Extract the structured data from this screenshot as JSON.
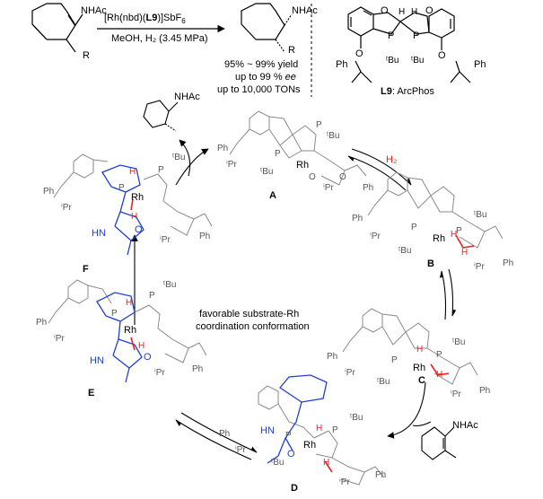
{
  "top_reaction": {
    "substrate_group": "NHAc",
    "substrate_sub": "R",
    "catalyst_pre": "[Rh(nbd)(",
    "catalyst_ligand": "L9",
    "catalyst_post": ")]SbF",
    "catalyst_subscript": "6",
    "conditions": "MeOH, H₂ (3.45 MPa)",
    "product_group": "NHAc",
    "product_sub": "R",
    "yield": "95% ~ 99% yield",
    "ee_prefix": "up to 99 %",
    "ee_italic": "ee",
    "tons": "up to 10,000 TONs"
  },
  "ligand": {
    "o1": "O",
    "o2": "O",
    "h1": "H",
    "h2": "H",
    "p1": "P",
    "p2": "P",
    "tbu1": "ᵗBu",
    "tbu2": "ᵗBu",
    "ph1": "Ph",
    "ph2": "Ph",
    "o3": "O",
    "o4": "O",
    "label_bold": "L9",
    "label_rest": ": ArcPhos"
  },
  "cycle": {
    "product_label": "NHAc",
    "h2_label": "H₂",
    "center_text_1": "favorable substrate-Rh",
    "center_text_2": "coordination conformation",
    "incoming_substrate": "NHAc",
    "intermediates": [
      {
        "id": "A",
        "rh": "Rh",
        "p1": "P",
        "p2": "P",
        "tbu1": "ᵗBu",
        "tbu2": "ᵗBu",
        "ph1": "Ph",
        "ph2": "Ph",
        "ipr1": "ⁱPr",
        "ipr2": "ⁱPr",
        "o1": "O",
        "o2": "O"
      },
      {
        "id": "B",
        "rh": "Rh",
        "p1": "P",
        "p2": "P",
        "tbu1": "ᵗBu",
        "tbu2": "ᵗBu",
        "ph1": "Ph",
        "ph2": "Ph",
        "ipr1": "ⁱPr",
        "ipr2": "ⁱPr",
        "h1": "H",
        "h2": "H"
      },
      {
        "id": "C",
        "rh": "Rh",
        "p1": "P",
        "p2": "P",
        "tbu1": "ᵗBu",
        "tbu2": "ᵗBu",
        "ph1": "Ph",
        "ph2": "Ph",
        "ipr1": "ⁱPr",
        "ipr2": "ⁱPr",
        "h1": "H",
        "h2": "H"
      },
      {
        "id": "D",
        "rh": "Rh",
        "p1": "P",
        "p2": "P",
        "tbu1": "ᵗBu",
        "tbu2": "ᵗBu",
        "ph1": "Ph",
        "ph2": "Ph",
        "ipr1": "ⁱPr",
        "ipr2": "ⁱPr",
        "h1": "H",
        "h2": "H",
        "hn": "HN",
        "o": "O"
      },
      {
        "id": "E",
        "rh": "Rh",
        "p1": "P",
        "p2": "P",
        "tbu1": "ᵗBu",
        "ph1": "Ph",
        "ph2": "Ph",
        "ipr1": "ⁱPr",
        "ipr2": "ⁱPr",
        "h1": "H",
        "h2": "H",
        "hn": "HN",
        "o": "O"
      },
      {
        "id": "F",
        "rh": "Rh",
        "p1": "P",
        "p2": "P",
        "tbu1": "ᵗBu",
        "ph1": "Ph",
        "ph2": "Ph",
        "ipr1": "ⁱPr",
        "ipr2": "ⁱPr",
        "h1": "H",
        "h2": "H",
        "hn": "HN",
        "o": "O"
      }
    ]
  },
  "colors": {
    "highlight_blue": "#1f3fd1",
    "hydride_red": "#e8231c",
    "grey_structure": "#8a8a8a"
  }
}
